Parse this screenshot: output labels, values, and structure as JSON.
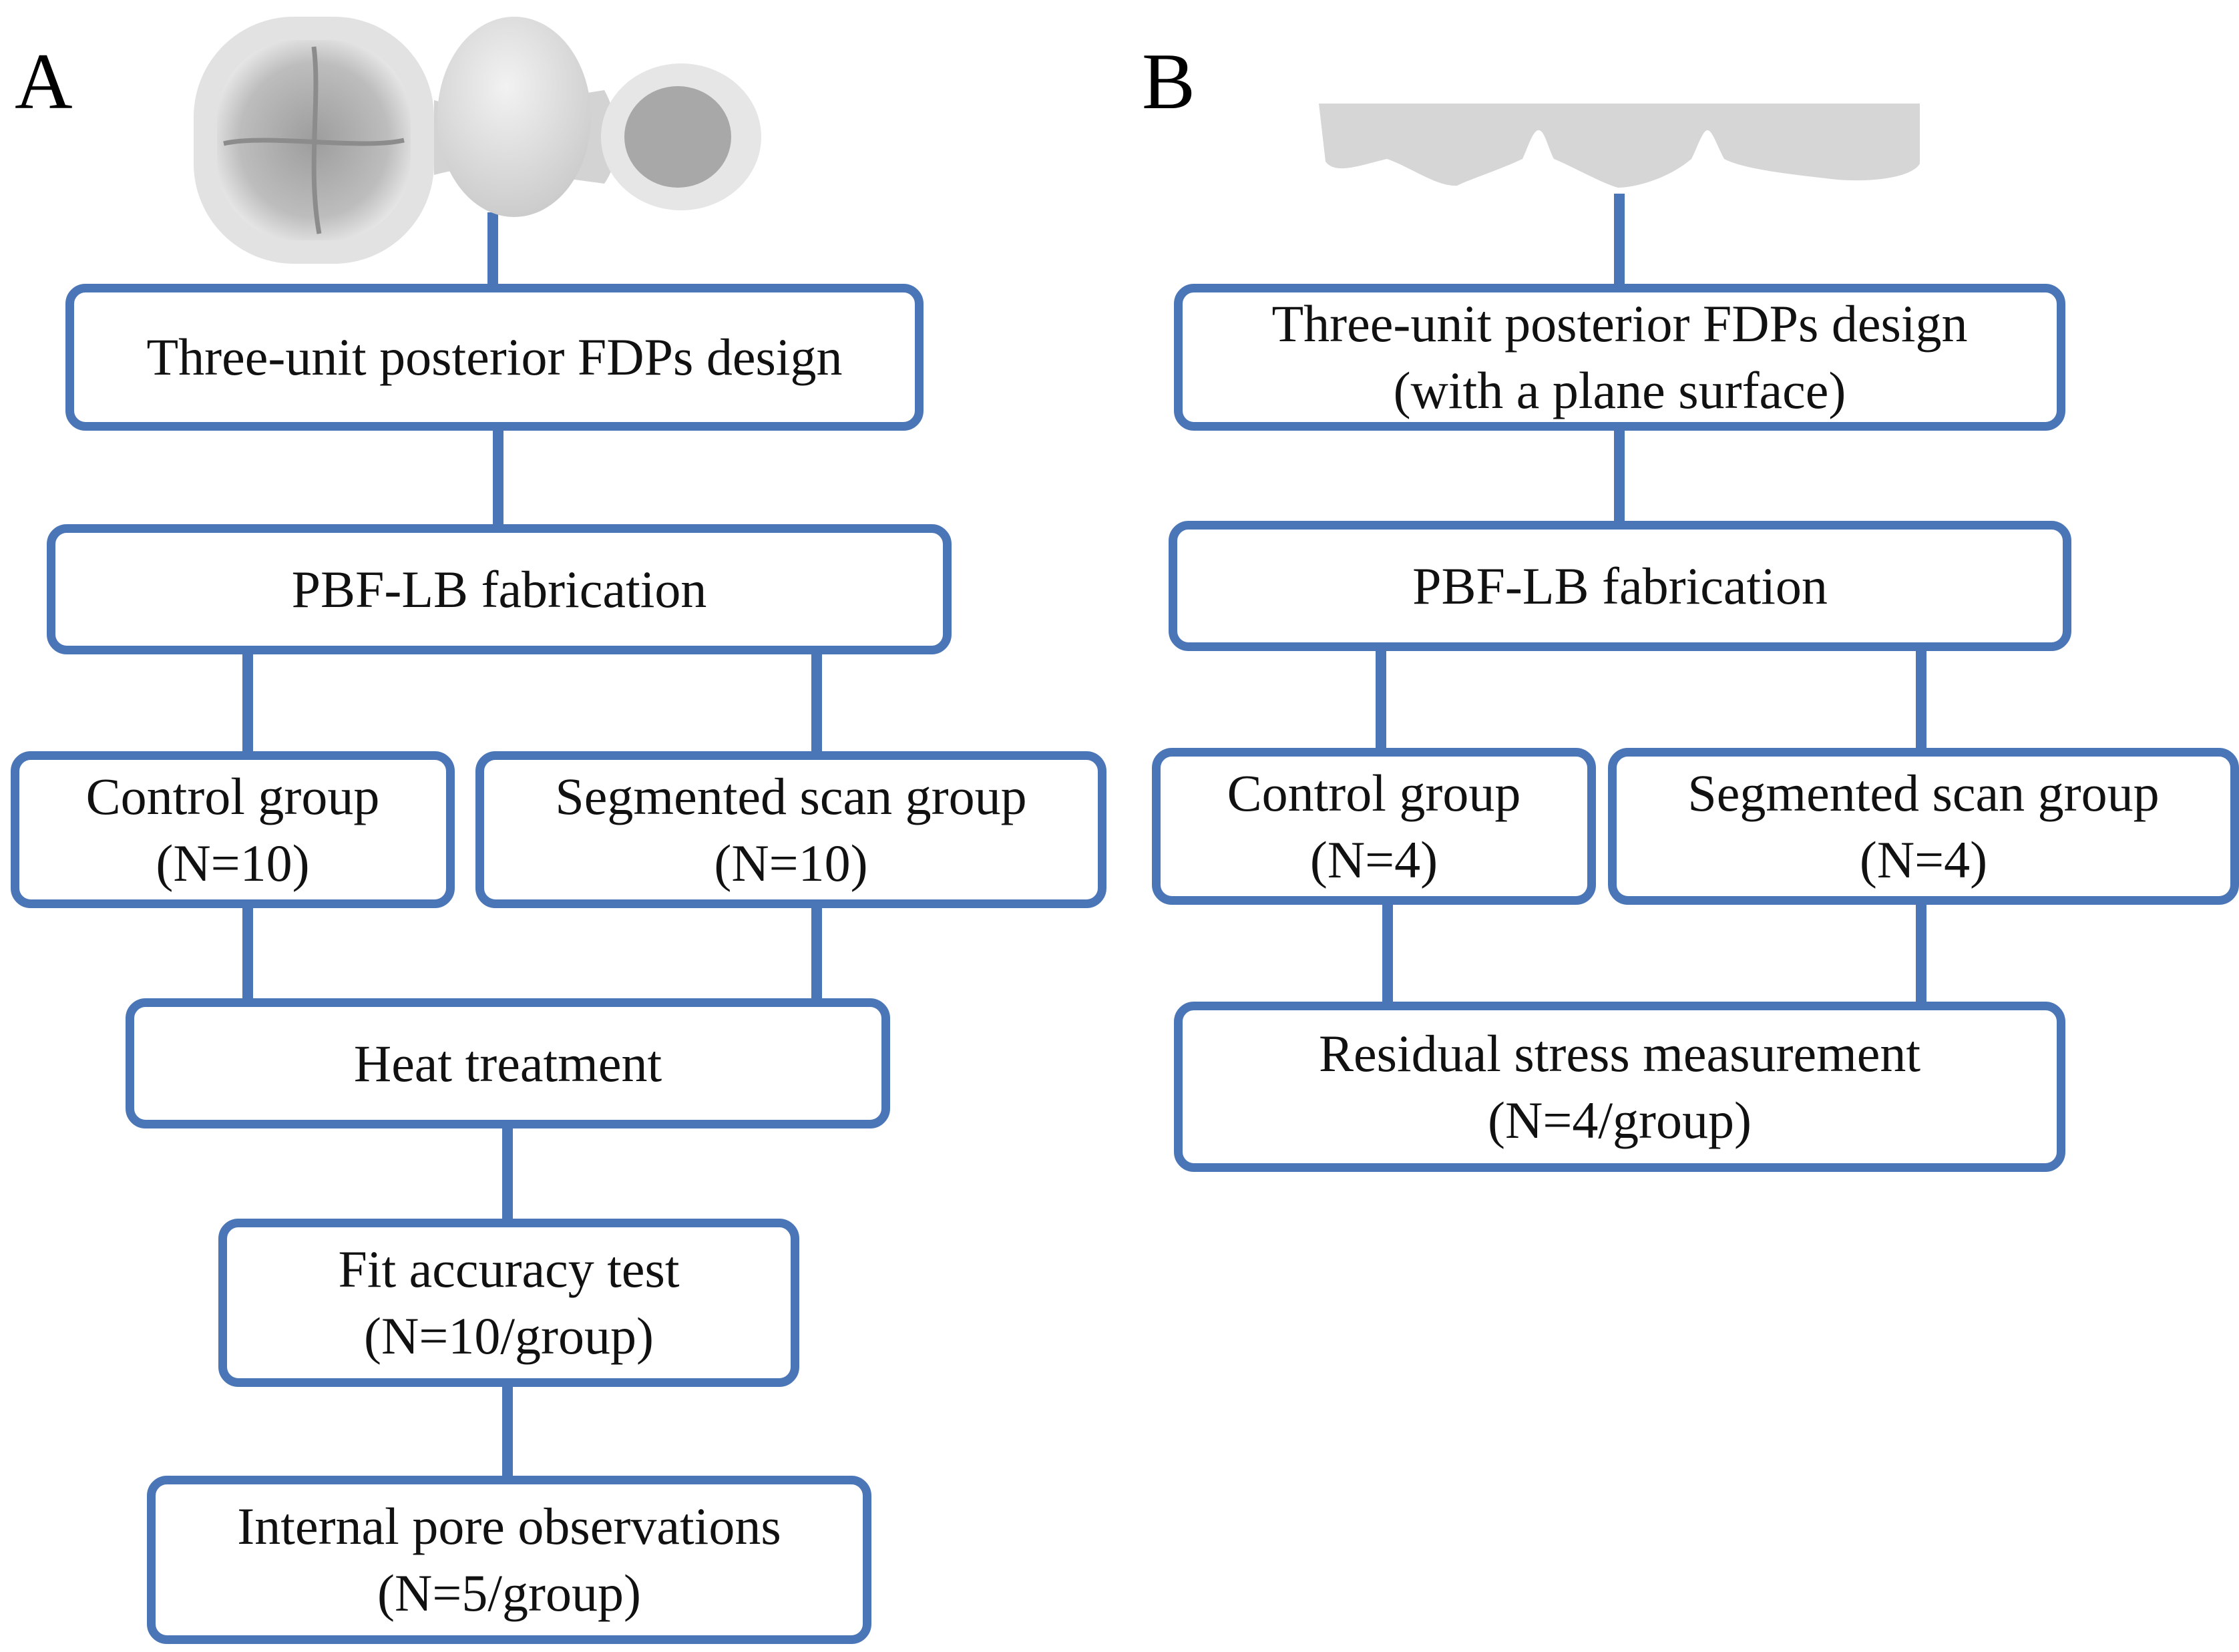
{
  "colors": {
    "connector": "#4a76b7",
    "box_border": "#4a76b7",
    "model": "#d6d6d6"
  },
  "panel_a": {
    "label": "A",
    "design": "Three-unit posterior FDPs design",
    "fabrication": "PBF-LB fabrication",
    "control": {
      "name": "Control group",
      "n": "(N=10)"
    },
    "segmented": {
      "name": "Segmented scan group",
      "n": "(N=10)"
    },
    "heat": "Heat treatment",
    "fit": {
      "name": "Fit accuracy test",
      "n": "(N=10/group)"
    },
    "pore": {
      "name": "Internal pore observations",
      "n": "(N=5/group)"
    }
  },
  "panel_b": {
    "label": "B",
    "design": {
      "line1": "Three-unit posterior FDPs design",
      "line2": "(with a plane surface)"
    },
    "fabrication": "PBF-LB fabrication",
    "control": {
      "name": "Control group",
      "n": "(N=4)"
    },
    "segmented": {
      "name": "Segmented scan group",
      "n": "(N=4)"
    },
    "stress": {
      "name": "Residual stress measurement",
      "n": "(N=4/group)"
    }
  }
}
